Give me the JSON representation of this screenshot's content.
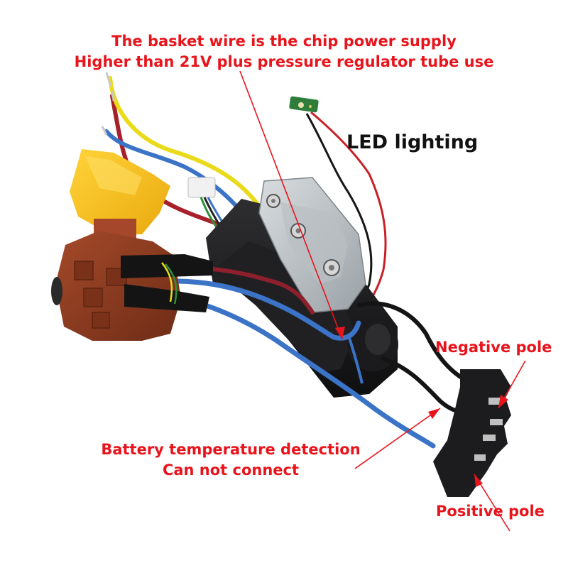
{
  "annotations": {
    "top_line1": "The basket wire is the chip power supply",
    "top_line2": "Higher than 21V plus pressure regulator tube use",
    "led": "LED lighting",
    "negative": "Negative pole",
    "battery_line1": "Battery temperature detection",
    "battery_line2": "Can not connect",
    "positive": "Positive pole"
  },
  "colors": {
    "annotation_red": "#e8141c",
    "label_black": "#111111",
    "trigger_yellow": "#f7c21b",
    "switch_brown": "#8f3d22",
    "wire_blue": "#3b73c6",
    "wire_yellow": "#eadb1a",
    "wire_red": "#a8202c",
    "module_black": "#1b1b1d"
  }
}
